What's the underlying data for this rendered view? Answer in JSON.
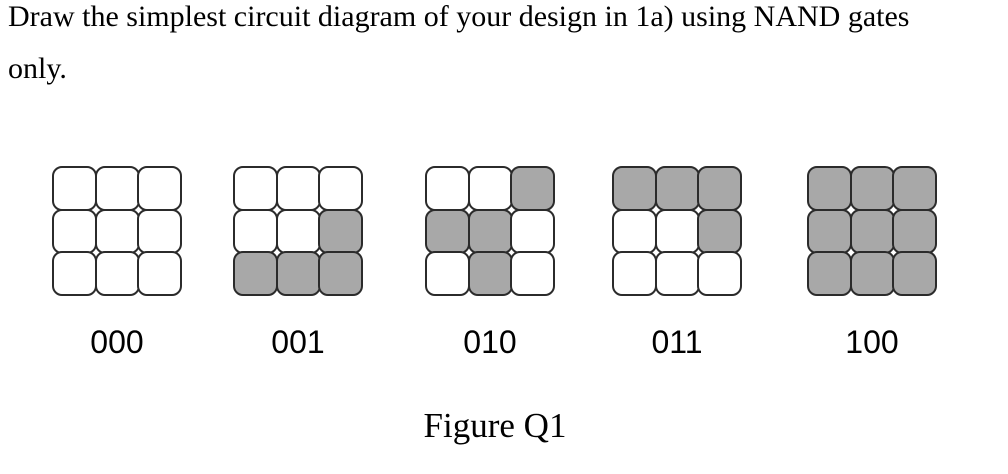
{
  "question": {
    "line1": "Draw the simplest circuit diagram of your design in 1a) using NAND gates",
    "line2": "only."
  },
  "figure": {
    "caption": "Figure Q1",
    "grids": [
      {
        "label": "000",
        "cells": [
          0,
          0,
          0,
          0,
          0,
          0,
          0,
          0,
          0
        ]
      },
      {
        "label": "001",
        "cells": [
          0,
          0,
          0,
          0,
          0,
          1,
          1,
          1,
          1
        ]
      },
      {
        "label": "010",
        "cells": [
          0,
          0,
          1,
          1,
          1,
          0,
          0,
          1,
          0
        ]
      },
      {
        "label": "011",
        "cells": [
          1,
          1,
          1,
          0,
          0,
          1,
          0,
          0,
          0
        ]
      },
      {
        "label": "100",
        "cells": [
          1,
          1,
          1,
          1,
          1,
          1,
          1,
          1,
          1
        ]
      }
    ],
    "colors": {
      "shaded": "#a8a8a8",
      "unshaded": "#ffffff",
      "border": "#2b2b2b"
    }
  }
}
